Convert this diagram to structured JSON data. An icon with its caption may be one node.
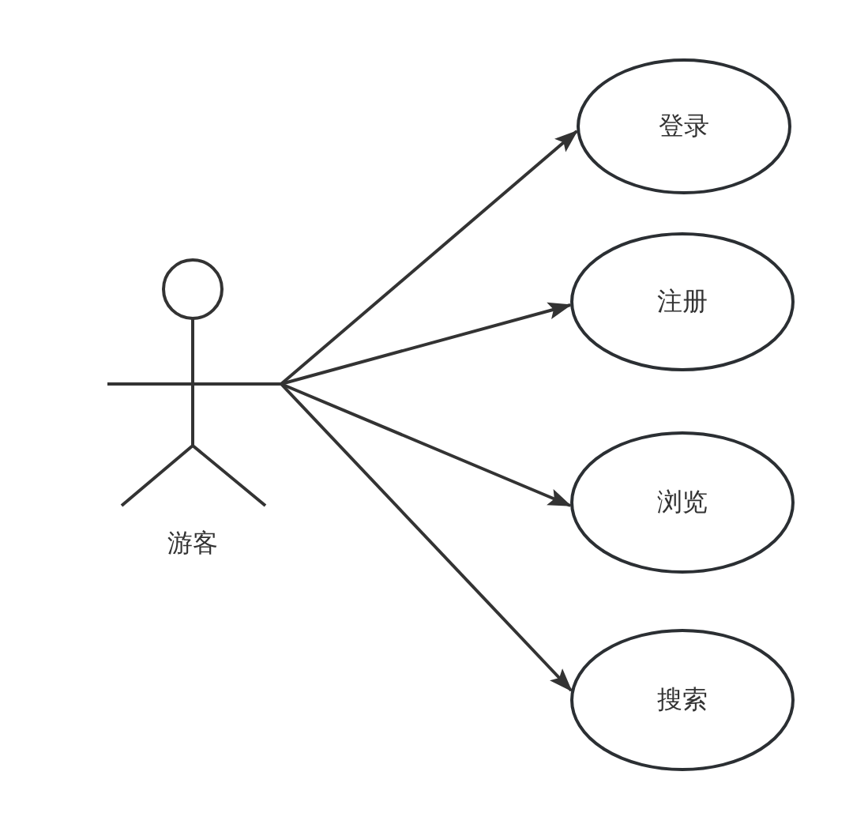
{
  "diagram": {
    "nodes": [
      {
        "text": [
          "游客"
        ]
      },
      {
        "text": [
          "登录"
        ]
      },
      {
        "text": [
          "注册"
        ]
      },
      {
        "text": [
          "浏览"
        ]
      },
      {
        "text": [
          "搜索"
        ]
      }
    ],
    "edges": [
      {
        "from": 0,
        "to": 1,
        "arrow": "to"
      },
      {
        "from": 0,
        "to": 2,
        "arrow": "to"
      },
      {
        "from": 0,
        "to": 3,
        "arrow": "to"
      },
      {
        "from": 0,
        "to": 4,
        "arrow": "to"
      }
    ]
  }
}
